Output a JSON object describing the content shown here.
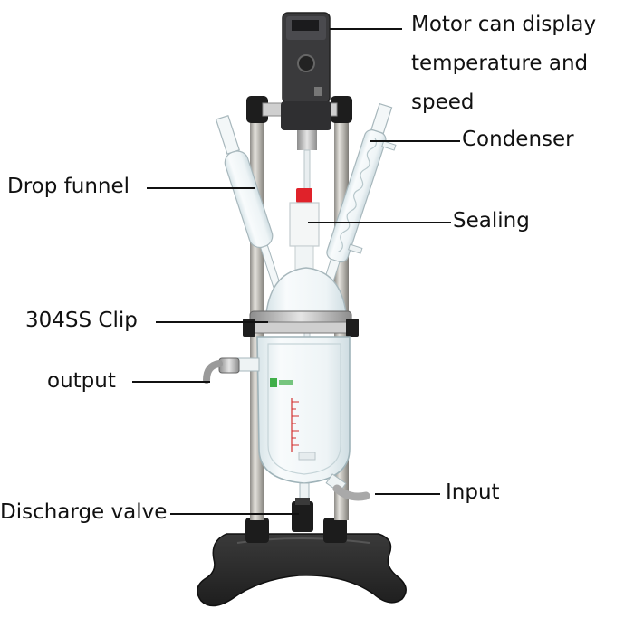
{
  "labels": {
    "motor": "Motor can display temperature and speed",
    "condenser": "Condenser",
    "drop_funnel": "Drop funnel",
    "sealing": "Sealing",
    "clip": "304SS Clip",
    "output": "output",
    "input": "Input",
    "discharge_valve": "Discharge valve"
  },
  "colors": {
    "stand": "#2b2b2b",
    "rod": "#b9b7b2",
    "glass": "#e9f1f3",
    "glass_edge": "#9fb3b9",
    "motor": "#3a3a3c",
    "seal_cap": "#e0222a",
    "scale_mark": "#d32f2f",
    "brand_green": "#3fae49",
    "steel": "#a9a9a9"
  },
  "icons": {
    "motor": "motor-head-icon",
    "reactor": "glass-reactor-icon"
  }
}
